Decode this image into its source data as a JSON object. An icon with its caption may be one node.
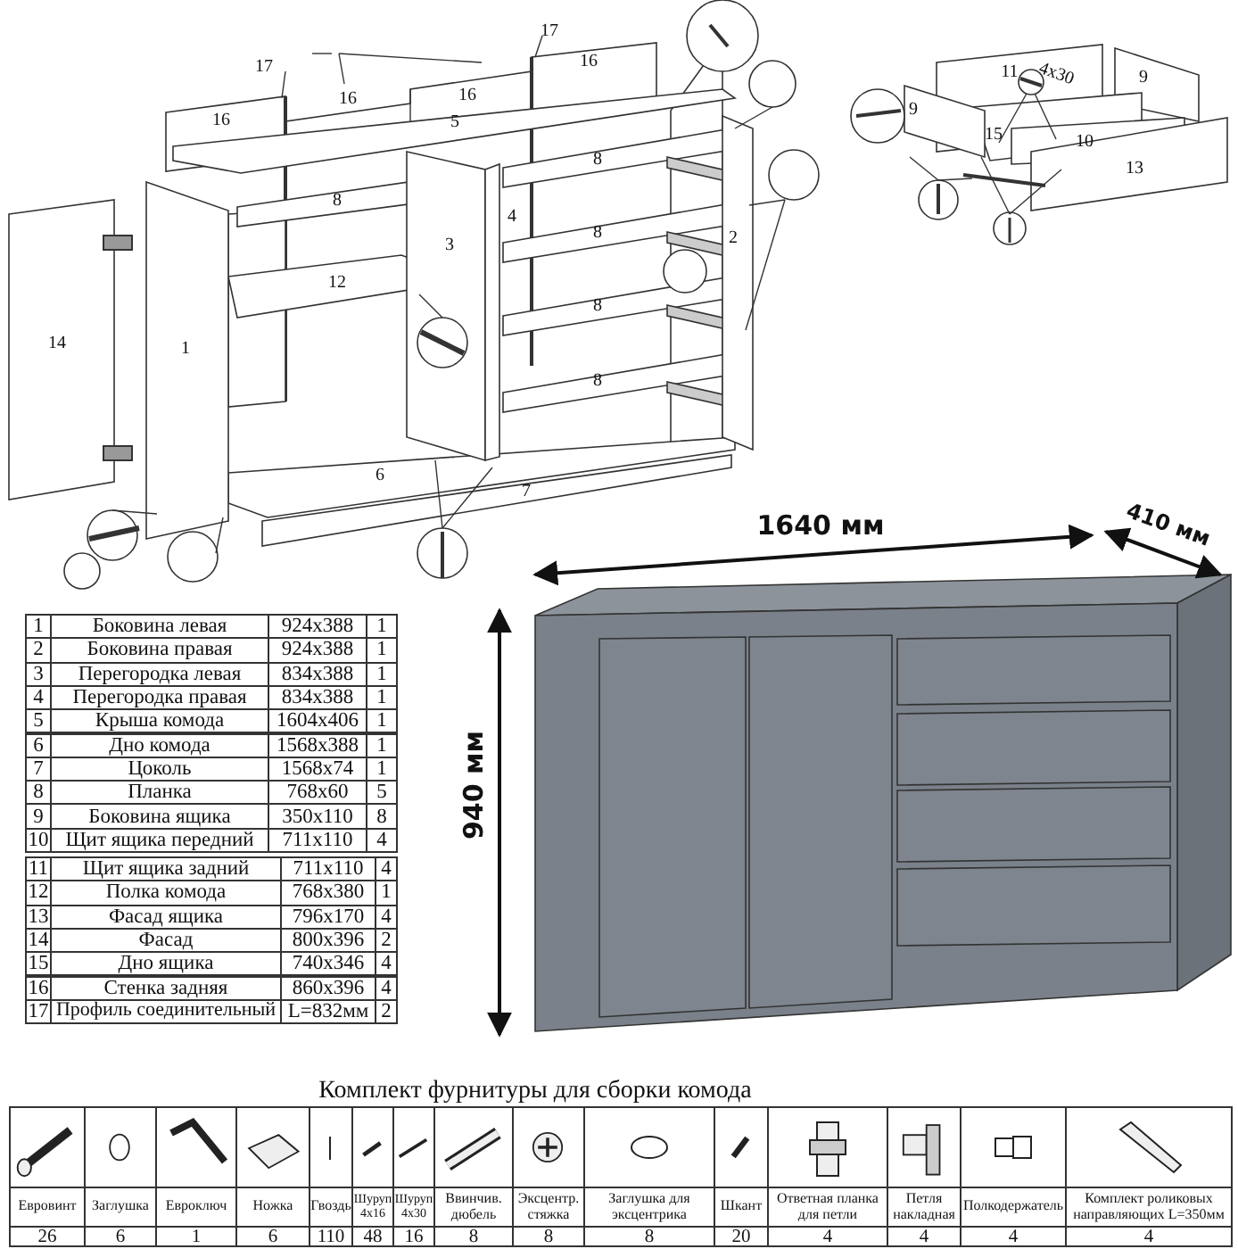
{
  "diagram": {
    "labels": [
      "17",
      "16",
      "17",
      "16",
      "16",
      "16",
      "5",
      "8",
      "3",
      "4",
      "8",
      "2",
      "12",
      "8",
      "14",
      "1",
      "8",
      "8",
      "6",
      "7",
      "11",
      "4x30",
      "9",
      "9",
      "15",
      "10",
      "13",
      "1640 мм",
      "410 мм",
      "940 мм",
      "1",
      "Боковина левая",
      "924x388",
      "1",
      "2",
      "Боковина правая",
      "924x388",
      "1",
      "3",
      "Перегородка левая",
      "834x388",
      "1",
      "4",
      "Перегородка правая",
      "834x388",
      "1",
      "5",
      "Крыша комода",
      "1604x406",
      "1",
      "6",
      "Дно комода",
      "1568x388",
      "1",
      "7",
      "Цоколь",
      "1568x74",
      "1",
      "8",
      "Планка",
      "768x60",
      "5",
      "9",
      "Боковина ящика",
      "350x110",
      "8",
      "10",
      "Щит ящика передний",
      "711x110",
      "4",
      "11",
      "Щит ящика задний",
      "711x110",
      "4",
      "12",
      "Полка комода",
      "768x380",
      "1",
      "13",
      "Фасад ящика",
      "796x170",
      "4",
      "14",
      "Фасад",
      "800x396",
      "2",
      "15",
      "Дно ящика",
      "740x346",
      "4",
      "16",
      "Стенка задняя",
      "860x396",
      "4",
      "17",
      "Профиль соединительный",
      "L=832мм",
      "2",
      "Комплект фурнитуры для сборки комода",
      "Евровинт",
      "Заглушка",
      "Евроключ",
      "Ножка",
      "Гвоздь",
      "Шуруп 4х16",
      "Шуруп 4х30",
      "Ввинчив. дюбель",
      "Эксцентр. стяжка",
      "Заглушка для эксцентрика",
      "Шкант",
      "Ответная планка для петли",
      "Петля накладная",
      "Полкодержатель",
      "Комплект роликовых направляющих L=350мм",
      "26",
      "6",
      "1",
      "6",
      "110",
      "48",
      "16",
      "8",
      "8",
      "8",
      "20",
      "4",
      "4",
      "4",
      "4"
    ]
  }
}
